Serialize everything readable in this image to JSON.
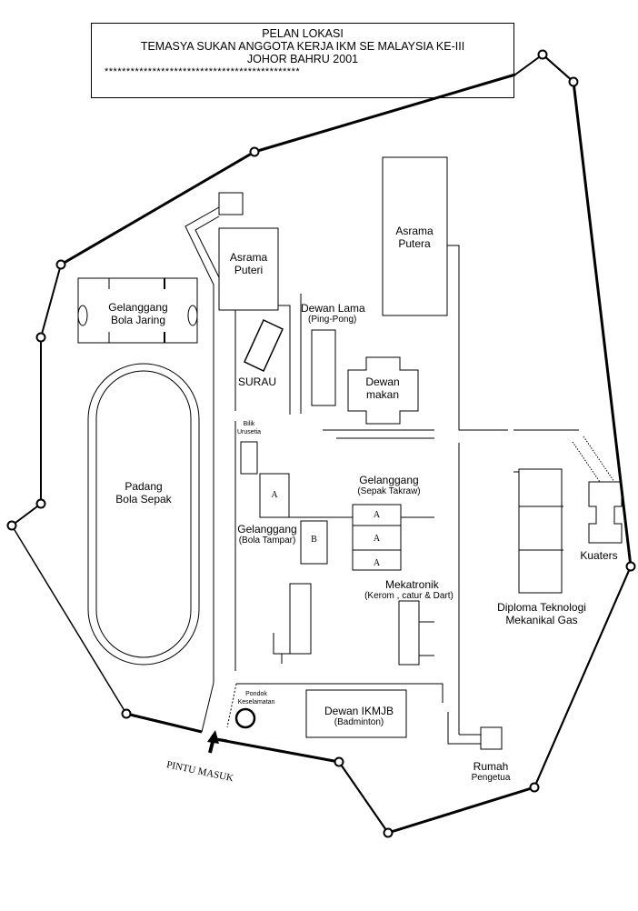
{
  "title": {
    "line1": "PELAN LOKASI",
    "line2": "TEMASYA SUKAN ANGGOTA KERJA IKM SE MALAYSIA KE-III",
    "line3": "JOHOR BAHRU 2001",
    "line4": "*********************************************"
  },
  "locations": {
    "asrama_putera": [
      "Asrama",
      "Putera"
    ],
    "asrama_puteri": [
      "Asrama",
      "Puteri"
    ],
    "bola_jaring": [
      "Gelanggang",
      "Bola Jaring"
    ],
    "surau": "SURAU",
    "dewan_lama": [
      "Dewan Lama",
      "(Ping-Pong)"
    ],
    "dewan_makan": [
      "Dewan",
      "makan"
    ],
    "bilik_urusetia": [
      "Bilik",
      "Urusetia"
    ],
    "padang": [
      "Padang",
      "Bola Sepak"
    ],
    "sepak_takraw": [
      "Gelanggang",
      "(Sepak Takraw)"
    ],
    "bola_tampar": [
      "Gelanggang",
      "(Bola Tampar)"
    ],
    "mekatronik": [
      "Mekatronik",
      "(Kerom , catur & Dart)"
    ],
    "kuaters": "Kuaters",
    "diploma": [
      "Diploma Teknologi",
      "Mekanikal Gas"
    ],
    "pondok": [
      "Pondok",
      "Keselamatan"
    ],
    "dewan_ikmjb": [
      "Dewan IKMJB",
      "(Badminton)"
    ],
    "rumah": [
      "Rumah",
      "Pengetua"
    ],
    "pintu": "PINTU MASUK"
  },
  "court_marks": {
    "a": "A",
    "b": "B"
  }
}
